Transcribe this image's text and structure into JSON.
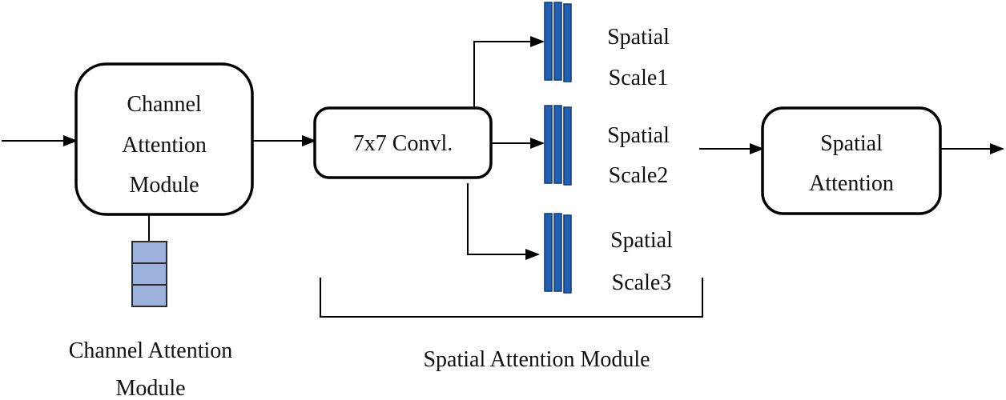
{
  "channel_box": {
    "lines": [
      "Channel",
      "Attention",
      "Module"
    ]
  },
  "conv_box": {
    "label": "7x7 Convl."
  },
  "spatial_box": {
    "lines": [
      "Spatial",
      "Attention"
    ]
  },
  "scales": [
    {
      "line1": "Spatial",
      "line2": "Scale1"
    },
    {
      "line1": "Spatial",
      "line2": "Scale2"
    },
    {
      "line1": "Spatial",
      "line2": "Scale3"
    }
  ],
  "channel_caption": {
    "line1": "Channel Attention",
    "line2": "Module"
  },
  "spatial_caption": {
    "label": "Spatial Attention Module"
  },
  "colors": {
    "feature_bar": "#1f5fb4",
    "vector_cell": "#9cb2dd",
    "stroke": "#000000"
  }
}
